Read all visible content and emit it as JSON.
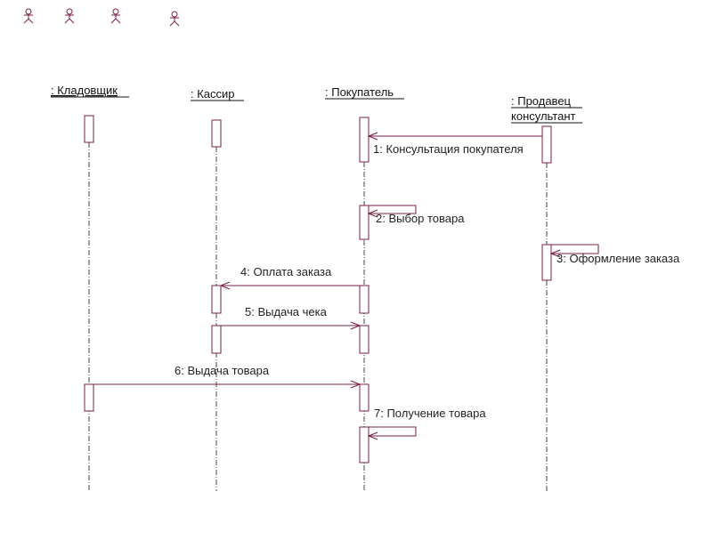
{
  "colors": {
    "stroke": "#7a1f4a",
    "text": "#222222",
    "background": "#ffffff"
  },
  "objects": [
    {
      "id": "storekeeper",
      "label": ": Кладовщик"
    },
    {
      "id": "cashier",
      "label": ": Кассир"
    },
    {
      "id": "buyer",
      "label": ": Покупатель"
    },
    {
      "id": "seller",
      "label_line1": ": Продавец",
      "label_line2": "консультант"
    }
  ],
  "messages": [
    {
      "number": 1,
      "text": "1: Консультация покупателя",
      "from": "seller",
      "to": "buyer"
    },
    {
      "number": 2,
      "text": "2: Выбор товара",
      "from": "buyer",
      "to": "buyer"
    },
    {
      "number": 3,
      "text": "3: Оформление заказа",
      "from": "seller",
      "to": "seller"
    },
    {
      "number": 4,
      "text": "4: Оплата заказа",
      "from": "buyer",
      "to": "cashier"
    },
    {
      "number": 5,
      "text": "5: Выдача чека",
      "from": "cashier",
      "to": "buyer"
    },
    {
      "number": 6,
      "text": "6: Выдача товара",
      "from": "storekeeper",
      "to": "buyer"
    },
    {
      "number": 7,
      "text": "7: Получение товара",
      "from": "buyer",
      "to": "buyer"
    }
  ],
  "actor_icons": [
    "actor-icon",
    "actor-icon",
    "actor-icon",
    "actor-icon"
  ]
}
